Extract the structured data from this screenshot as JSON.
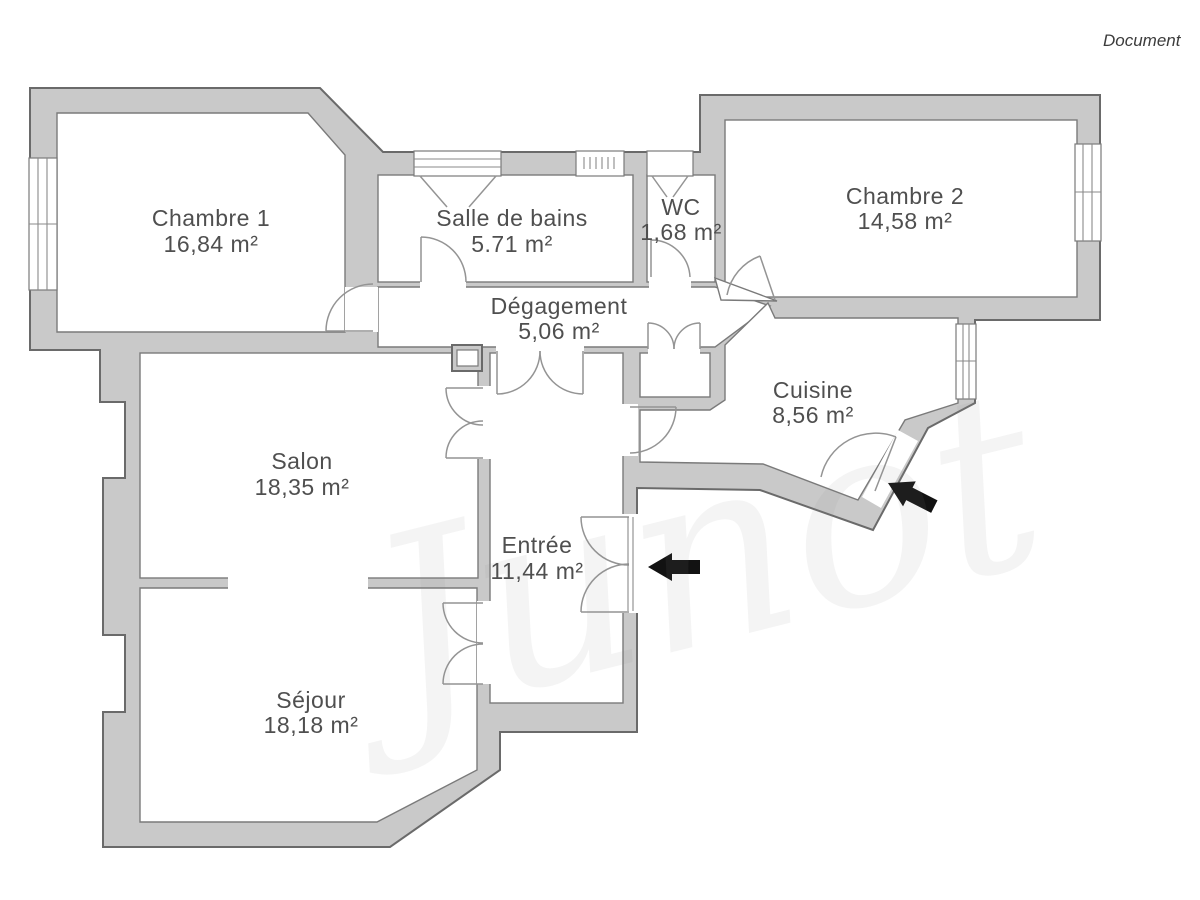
{
  "header": {
    "document_label": "Document"
  },
  "watermark": {
    "text": "Junot"
  },
  "plan": {
    "rooms": [
      {
        "id": "chambre-1",
        "name": "Chambre 1",
        "area": "16,84 m²"
      },
      {
        "id": "salle-de-bains",
        "name": "Salle de bains",
        "area": "5.71 m²"
      },
      {
        "id": "wc",
        "name": "WC",
        "area": "1,68 m²"
      },
      {
        "id": "chambre-2",
        "name": "Chambre 2",
        "area": "14,58 m²"
      },
      {
        "id": "degagement",
        "name": "Dégagement",
        "area": "5,06 m²"
      },
      {
        "id": "cuisine",
        "name": "Cuisine",
        "area": "8,56 m²"
      },
      {
        "id": "salon",
        "name": "Salon",
        "area": "18,35 m²"
      },
      {
        "id": "entree",
        "name": "Entrée",
        "area": "11,44 m²"
      },
      {
        "id": "sejour",
        "name": "Séjour",
        "area": "18,18 m²"
      }
    ],
    "colors": {
      "wall_fill": "#c9c9c9",
      "wall_edge": "#6a6a6a",
      "room_fill": "#ffffff",
      "label_text": "#4f4f4f",
      "arrow": "#121212"
    }
  }
}
